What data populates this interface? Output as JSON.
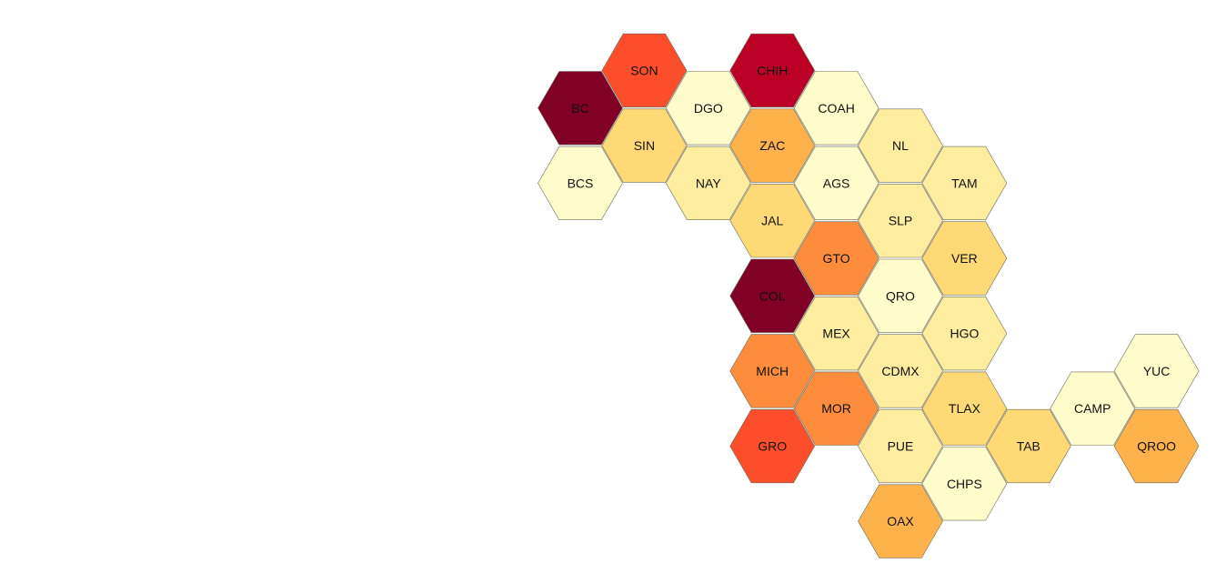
{
  "palette": {
    "c1": "#fefccb",
    "c2": "#feec9f",
    "c3": "#fed976",
    "c4": "#feb24c",
    "c5": "#fd8d3c",
    "c6": "#fc4e2a",
    "c7": "#bd0026",
    "c8": "#800026"
  },
  "states": [
    {
      "id": "SON",
      "label": "SON",
      "col": 1,
      "row": 0,
      "color": "c6"
    },
    {
      "id": "CHIH",
      "label": "CHIH",
      "col": 3,
      "row": 0,
      "color": "c7"
    },
    {
      "id": "BC",
      "label": "BC",
      "col": 0,
      "row": 1,
      "color": "c8"
    },
    {
      "id": "DGO",
      "label": "DGO",
      "col": 2,
      "row": 1,
      "color": "c1"
    },
    {
      "id": "COAH",
      "label": "COAH",
      "col": 4,
      "row": 1,
      "color": "c1"
    },
    {
      "id": "SIN",
      "label": "SIN",
      "col": 1,
      "row": 2,
      "color": "c3"
    },
    {
      "id": "ZAC",
      "label": "ZAC",
      "col": 3,
      "row": 2,
      "color": "c4"
    },
    {
      "id": "NL",
      "label": "NL",
      "col": 5,
      "row": 2,
      "color": "c2"
    },
    {
      "id": "BCS",
      "label": "BCS",
      "col": 0,
      "row": 3,
      "color": "c1"
    },
    {
      "id": "NAY",
      "label": "NAY",
      "col": 2,
      "row": 3,
      "color": "c2"
    },
    {
      "id": "AGS",
      "label": "AGS",
      "col": 4,
      "row": 3,
      "color": "c1"
    },
    {
      "id": "TAM",
      "label": "TAM",
      "col": 6,
      "row": 3,
      "color": "c2"
    },
    {
      "id": "JAL",
      "label": "JAL",
      "col": 3,
      "row": 4,
      "color": "c3"
    },
    {
      "id": "SLP",
      "label": "SLP",
      "col": 5,
      "row": 4,
      "color": "c2"
    },
    {
      "id": "GTO",
      "label": "GTO",
      "col": 4,
      "row": 5,
      "color": "c5"
    },
    {
      "id": "VER",
      "label": "VER",
      "col": 6,
      "row": 5,
      "color": "c3"
    },
    {
      "id": "COL",
      "label": "COL",
      "col": 3,
      "row": 6,
      "color": "c8"
    },
    {
      "id": "QRO",
      "label": "QRO",
      "col": 5,
      "row": 6,
      "color": "c1"
    },
    {
      "id": "MEX",
      "label": "MEX",
      "col": 4,
      "row": 7,
      "color": "c2"
    },
    {
      "id": "HGO",
      "label": "HGO",
      "col": 6,
      "row": 7,
      "color": "c2"
    },
    {
      "id": "MICH",
      "label": "MICH",
      "col": 3,
      "row": 8,
      "color": "c5"
    },
    {
      "id": "CDMX",
      "label": "CDMX",
      "col": 5,
      "row": 8,
      "color": "c2"
    },
    {
      "id": "YUC",
      "label": "YUC",
      "col": 9,
      "row": 8,
      "color": "c1"
    },
    {
      "id": "MOR",
      "label": "MOR",
      "col": 4,
      "row": 9,
      "color": "c5"
    },
    {
      "id": "TLAX",
      "label": "TLAX",
      "col": 6,
      "row": 9,
      "color": "c3"
    },
    {
      "id": "CAMP",
      "label": "CAMP",
      "col": 8,
      "row": 9,
      "color": "c1"
    },
    {
      "id": "GRO",
      "label": "GRO",
      "col": 3,
      "row": 10,
      "color": "c6"
    },
    {
      "id": "PUE",
      "label": "PUE",
      "col": 5,
      "row": 10,
      "color": "c2"
    },
    {
      "id": "TAB",
      "label": "TAB",
      "col": 7,
      "row": 10,
      "color": "c3"
    },
    {
      "id": "QROO",
      "label": "QROO",
      "col": 9,
      "row": 10,
      "color": "c4"
    },
    {
      "id": "CHPS",
      "label": "CHPS",
      "col": 6,
      "row": 11,
      "color": "c1"
    },
    {
      "id": "OAX",
      "label": "OAX",
      "col": 5,
      "row": 12,
      "color": "c4"
    }
  ]
}
